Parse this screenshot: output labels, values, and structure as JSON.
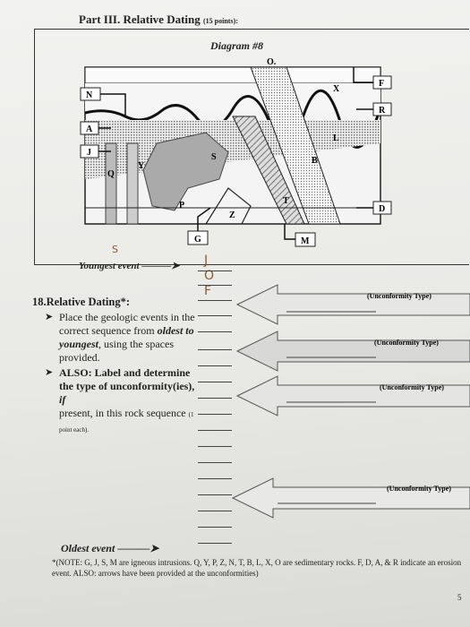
{
  "header": {
    "title": "Part III. Relative Dating",
    "points": "(15 points):"
  },
  "diagram": {
    "title": "Diagram #8",
    "labels": {
      "O": "O.",
      "X": "X",
      "L": "L",
      "B": "B",
      "S": "S",
      "Y": "Y",
      "Q": "Q",
      "P": "P",
      "Z": "Z",
      "T": "T",
      "N": "N",
      "A": "A",
      "J": "J",
      "F": "F",
      "R": "R",
      "D": "D",
      "G": "G",
      "M": "M"
    }
  },
  "handwritten": {
    "s_mark": "S",
    "answers": [
      "J",
      "O",
      "F"
    ]
  },
  "sequence": {
    "youngest_label": "Youngest event",
    "oldest_label": "Oldest event"
  },
  "instructions": {
    "heading": "18.Relative Dating*:",
    "b1_part1": "Place the geologic events in the correct sequence from",
    "b1_oldest": "oldest to",
    "b1_youngest": "youngest",
    "b1_part2": ", using the spaces provided.",
    "b2_bold": "ALSO: Label and determine the type of unconformity(ies),",
    "b2_if": "if",
    "b2_rest": "present, in this rock sequence",
    "b2_points": "(1 point each)."
  },
  "unconformities": [
    "(Unconformity Type)",
    "(Unconformity Type)",
    "(Unconformity Type)",
    "(Unconformity Type)"
  ],
  "note": {
    "text": "*(NOTE: G, J, S, M are igneous intrusions. Q, Y, P, Z, N, T, B, L, X, O are sedimentary rocks. F, D, A, & R indicate an erosion event. ALSO: arrows have been provided at the unconformities)"
  },
  "page": {
    "number": "5"
  }
}
